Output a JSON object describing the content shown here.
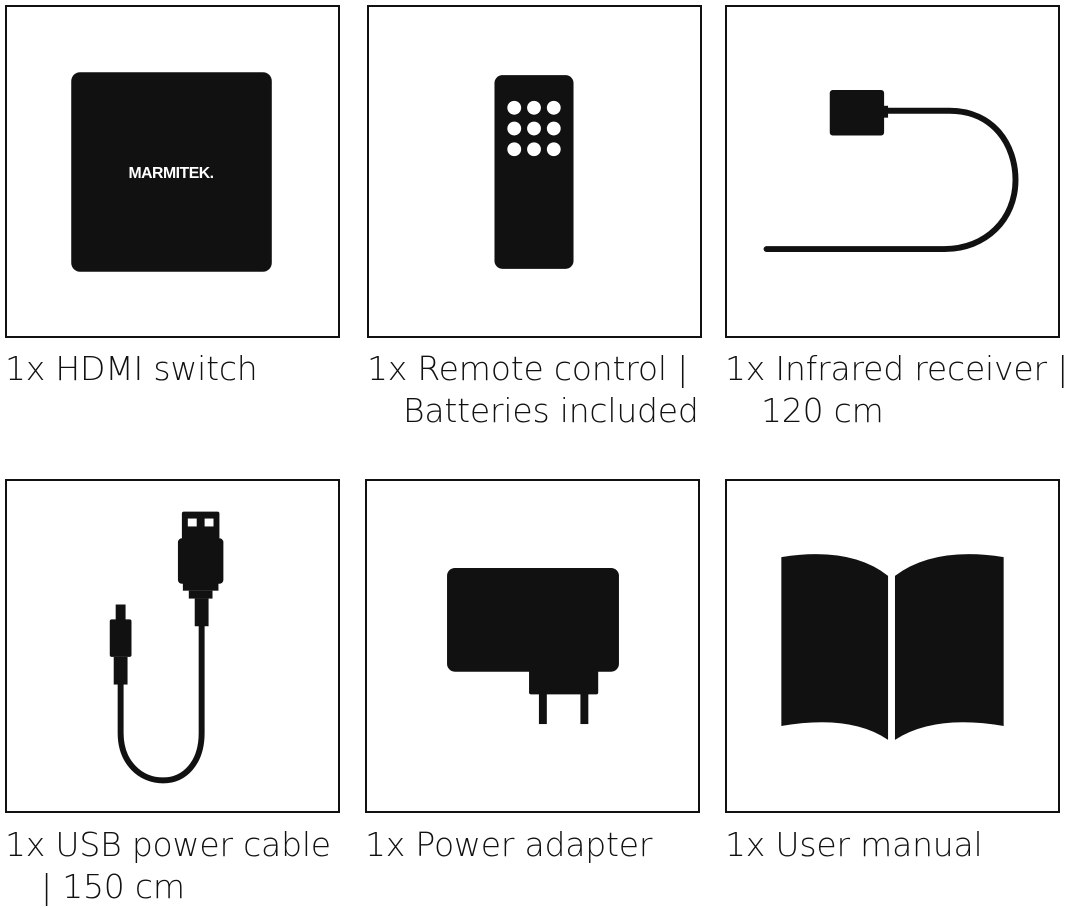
{
  "items": [
    {
      "lines": [
        "1x HDMI switch"
      ],
      "icon": "hdmi-switch-icon",
      "brand": "MARMITEK."
    },
    {
      "lines": [
        "1x Remote control |",
        "Batteries included"
      ],
      "icon": "remote-control-icon"
    },
    {
      "lines": [
        "1x Infrared receiver |",
        "120 cm"
      ],
      "icon": "infrared-receiver-icon"
    },
    {
      "lines": [
        "1x USB power cable",
        "| 150 cm"
      ],
      "icon": "usb-cable-icon"
    },
    {
      "lines": [
        "1x Power adapter"
      ],
      "icon": "power-adapter-icon"
    },
    {
      "lines": [
        "1x User manual"
      ],
      "icon": "user-manual-icon"
    }
  ],
  "colors": {
    "ink": "#111111",
    "background": "#ffffff"
  }
}
